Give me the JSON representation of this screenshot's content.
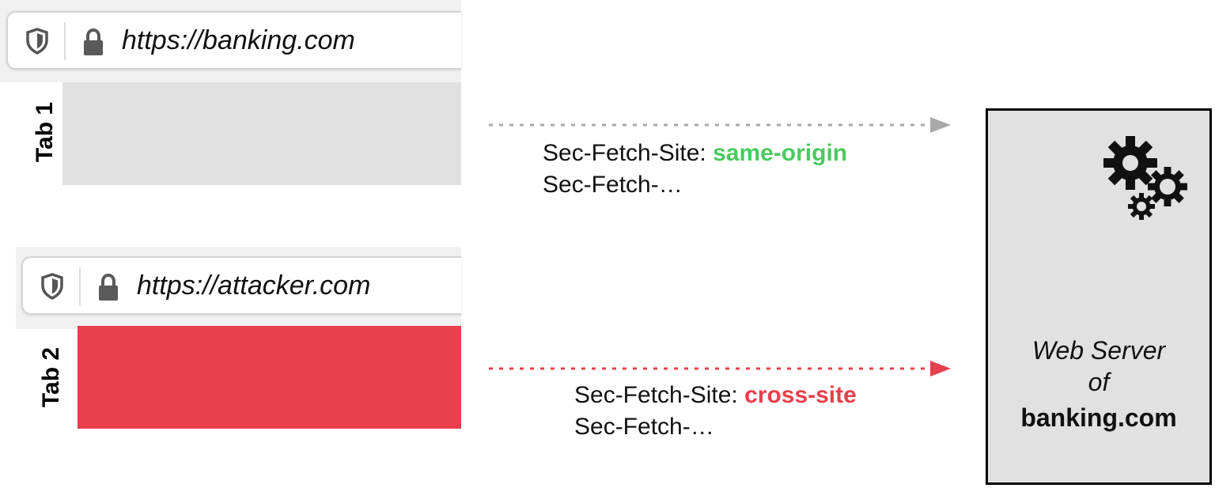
{
  "tab1": {
    "label": "Tab 1",
    "url": "https://banking.com",
    "content_color": "#e1e1e1",
    "header_name": "Sec-Fetch-Site: ",
    "header_value": "same-origin",
    "header_value_color": "#4cc95f",
    "header_more": "Sec-Fetch-…",
    "arrow_color": "#a9a9a9"
  },
  "tab2": {
    "label": "Tab 2",
    "url": "https://attacker.com",
    "content_color": "#e83f4d",
    "header_name": "Sec-Fetch-Site: ",
    "header_value": "cross-site",
    "header_value_color": "#e83f4d",
    "header_more": "Sec-Fetch-…",
    "arrow_color": "#e83f4d"
  },
  "server": {
    "line1": "Web Server",
    "line2": "of",
    "line3": "banking.com",
    "icon": "gears-icon"
  },
  "icons": {
    "shield": "shield-icon",
    "lock": "lock-icon"
  }
}
